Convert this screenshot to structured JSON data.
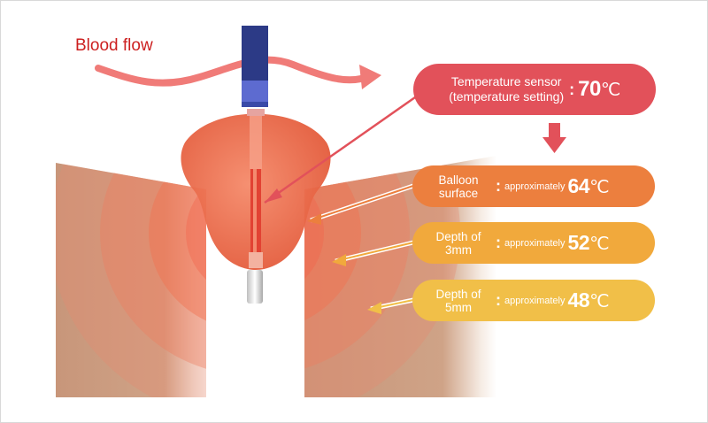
{
  "title": "Blood flow",
  "sensor": {
    "label_line1": "Temperature sensor",
    "label_line2": "(temperature setting)",
    "colon": ":",
    "value": "70",
    "unit": "℃"
  },
  "balloon": {
    "label_line1": "Balloon",
    "label_line2": "surface",
    "colon": ":",
    "approx": "approximately",
    "value": "64",
    "unit": "℃"
  },
  "depth3": {
    "label_line1": "Depth of",
    "label_line2": "3mm",
    "colon": ":",
    "approx": "approximately",
    "value": "52",
    "unit": "℃"
  },
  "depth5": {
    "label_line1": "Depth of",
    "label_line2": "5mm",
    "colon": ":",
    "approx": "approximately",
    "value": "48",
    "unit": "℃"
  },
  "colors": {
    "title": "#cc1f1f",
    "flow_arrow": "#f07b78",
    "sensor_pill": "#e2515a",
    "balloon_pill": "#ec7f3e",
    "depth3_pill": "#f1a93c",
    "depth5_pill": "#f1bf48",
    "tissue": "#c9977a",
    "balloon_fill": "#ee6a4a",
    "catheter": "#2c3a86"
  }
}
